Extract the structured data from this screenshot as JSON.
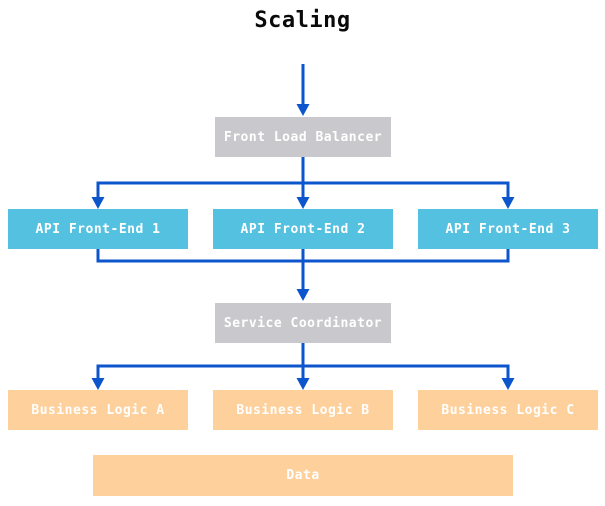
{
  "title": "Scaling",
  "colors": {
    "arrow_blue": "#0d55cc",
    "balancer_gray": "#c9c9cd",
    "api_blue": "#54c1e0",
    "logic_orange": "#fdd09c",
    "box_text": "#ffffff",
    "title_text": "#0a0a0a"
  },
  "nodes": {
    "front_load_balancer": "Front Load Balancer",
    "api_front_end_1": "API Front-End 1",
    "api_front_end_2": "API Front-End 2",
    "api_front_end_3": "API Front-End 3",
    "service_coordinator": "Service Coordinator",
    "business_logic_a": "Business Logic A",
    "business_logic_b": "Business Logic B",
    "business_logic_c": "Business Logic C",
    "data": "Data"
  }
}
